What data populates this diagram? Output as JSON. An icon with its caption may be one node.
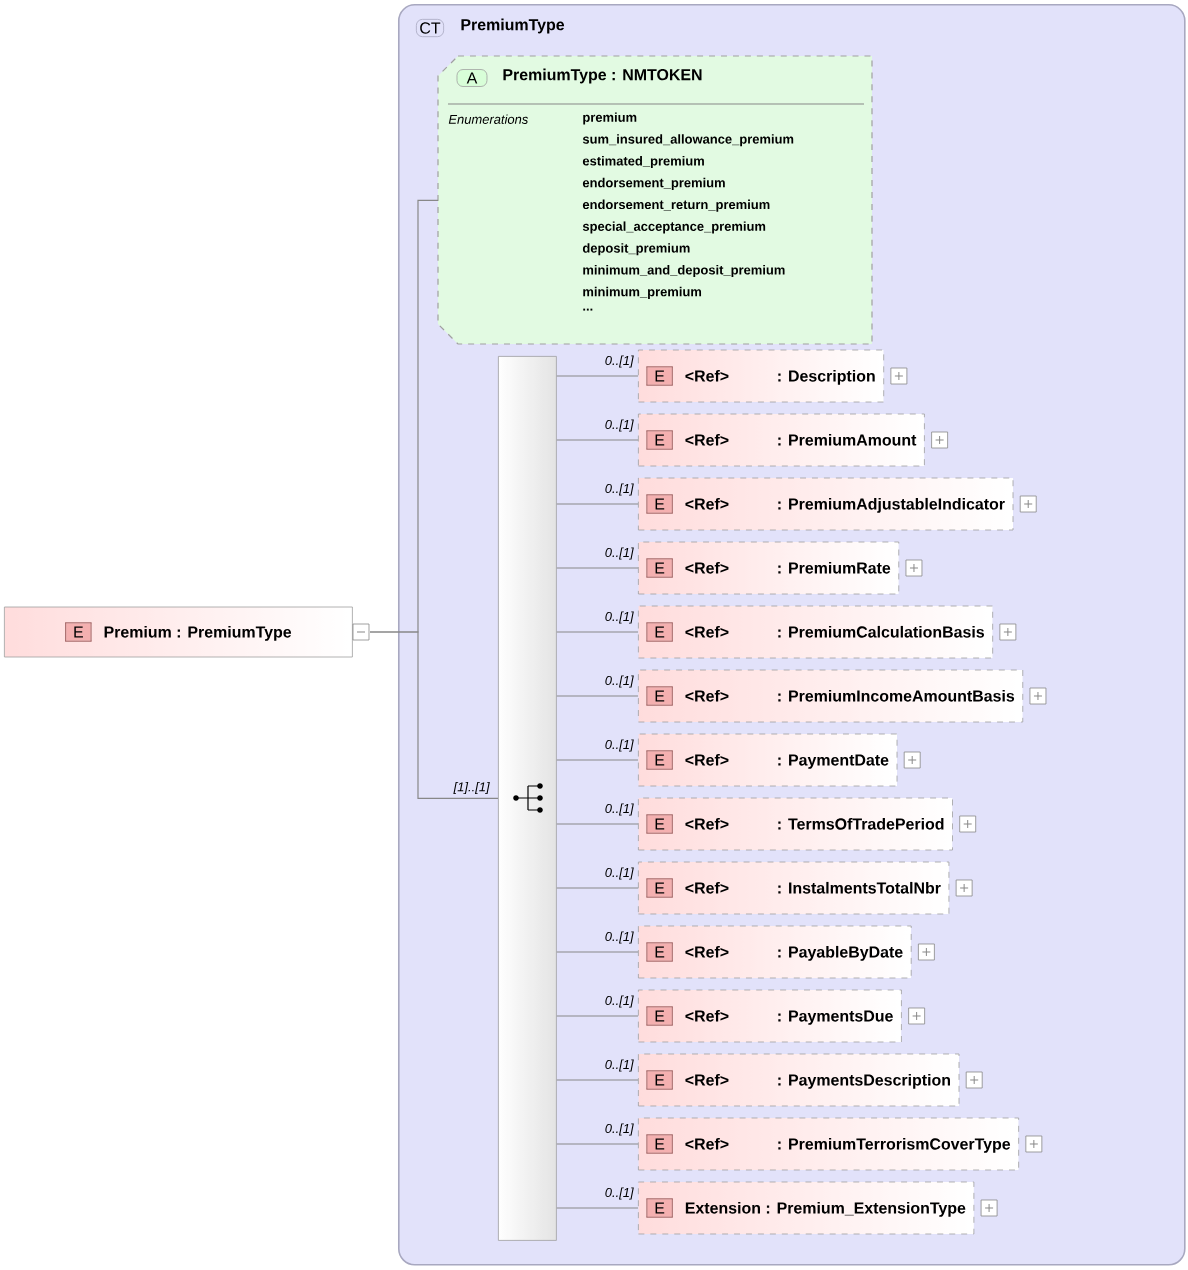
{
  "diagram": {
    "nodes": [
      {
        "text": [
          "E",
          "Premium : PremiumType"
        ]
      },
      {
        "text": [
          "CT",
          "PremiumType"
        ]
      },
      {
        "text": [
          "A",
          "PremiumType : NMTOKEN",
          "Enumerations",
          "premium",
          "sum_insured_allowance_premium",
          "estimated_premium",
          "endorsement_premium",
          "endorsement_return_premium",
          "special_acceptance_premium",
          "deposit_premium",
          "minimum_and_deposit_premium",
          "minimum_premium",
          "..."
        ],
        "in": 1
      },
      {
        "text": [],
        "shape": "bar",
        "in": 1
      },
      {
        "text": [
          "E",
          "<Ref>",
          ": Description"
        ],
        "in": 1
      },
      {
        "text": [
          "E",
          "<Ref>",
          ": PremiumAmount"
        ],
        "in": 1
      },
      {
        "text": [
          "E",
          "<Ref>",
          ": PremiumAdjustableIndicator"
        ],
        "in": 1
      },
      {
        "text": [
          "E",
          "<Ref>",
          ": PremiumRate"
        ],
        "in": 1
      },
      {
        "text": [
          "E",
          "<Ref>",
          ": PremiumCalculationBasis"
        ],
        "in": 1
      },
      {
        "text": [
          "E",
          "<Ref>",
          ": PremiumIncomeAmountBasis"
        ],
        "in": 1
      },
      {
        "text": [
          "E",
          "<Ref>",
          ": PaymentDate"
        ],
        "in": 1
      },
      {
        "text": [
          "E",
          "<Ref>",
          ": TermsOfTradePeriod"
        ],
        "in": 1
      },
      {
        "text": [
          "E",
          "<Ref>",
          ": InstalmentsTotalNbr"
        ],
        "in": 1
      },
      {
        "text": [
          "E",
          "<Ref>",
          ": PayableByDate"
        ],
        "in": 1
      },
      {
        "text": [
          "E",
          "<Ref>",
          ": PaymentsDue"
        ],
        "in": 1
      },
      {
        "text": [
          "E",
          "<Ref>",
          ": PaymentsDescription"
        ],
        "in": 1
      },
      {
        "text": [
          "E",
          "<Ref>",
          ": PremiumTerrorismCoverType"
        ],
        "in": 1
      },
      {
        "text": [
          "E",
          "Extension : Premium_ExtensionType"
        ],
        "in": 1
      }
    ],
    "edges": [
      {
        "from": 0,
        "to": 2,
        "arrow": "none"
      },
      {
        "from": 0,
        "to": 3,
        "arrow": "none",
        "label": "[1]..[1]"
      },
      {
        "from": 3,
        "to": 4,
        "arrow": "none",
        "label": "0..[1]"
      },
      {
        "from": 3,
        "to": 5,
        "arrow": "none",
        "label": "0..[1]"
      },
      {
        "from": 3,
        "to": 6,
        "arrow": "none",
        "label": "0..[1]"
      },
      {
        "from": 3,
        "to": 7,
        "arrow": "none",
        "label": "0..[1]"
      },
      {
        "from": 3,
        "to": 8,
        "arrow": "none",
        "label": "0..[1]"
      },
      {
        "from": 3,
        "to": 9,
        "arrow": "none",
        "label": "0..[1]"
      },
      {
        "from": 3,
        "to": 10,
        "arrow": "none",
        "label": "0..[1]"
      },
      {
        "from": 3,
        "to": 11,
        "arrow": "none",
        "label": "0..[1]"
      },
      {
        "from": 3,
        "to": 12,
        "arrow": "none",
        "label": "0..[1]"
      },
      {
        "from": 3,
        "to": 13,
        "arrow": "none",
        "label": "0..[1]"
      },
      {
        "from": 3,
        "to": 14,
        "arrow": "none",
        "label": "0..[1]"
      },
      {
        "from": 3,
        "to": 15,
        "arrow": "none",
        "label": "0..[1]"
      },
      {
        "from": 3,
        "to": 16,
        "arrow": "none",
        "label": "0..[1]"
      },
      {
        "from": 3,
        "to": 17,
        "arrow": "none",
        "label": "0..[1]"
      }
    ]
  }
}
